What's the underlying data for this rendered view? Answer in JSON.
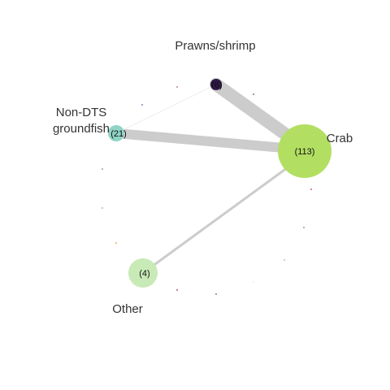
{
  "nodes": [
    {
      "id": "prawns",
      "label": "Prawns/shrimp",
      "count": "(6)",
      "color": "#2f1a4a"
    },
    {
      "id": "groundfish",
      "label": [
        "Non-DTS",
        "groundfish"
      ],
      "count": "(21)",
      "color": "#8fd4c4"
    },
    {
      "id": "crab",
      "label": "Crab",
      "count": "(113)",
      "color": "#b2df62"
    },
    {
      "id": "other",
      "label": "Other",
      "count": "(4)",
      "color": "#c8eab6"
    }
  ],
  "edges": [
    {
      "from": "prawns",
      "to": "crab",
      "color": "#cccccc"
    },
    {
      "from": "groundfish",
      "to": "crab",
      "color": "#cccccc"
    },
    {
      "from": "other",
      "to": "crab",
      "color": "#cccccc"
    },
    {
      "from": "groundfish",
      "to": "prawns",
      "color": "#eeeeee"
    }
  ],
  "minor_node_colors": [
    "#b080b0",
    "#9a7ab0",
    "#7a7aa0",
    "#90a0b0",
    "#e06060",
    "#a090c0",
    "#e0b090",
    "#c0c0c0",
    "#b06080",
    "#8080a0",
    "#e0b060",
    "#f0a060",
    "#c090b0"
  ]
}
